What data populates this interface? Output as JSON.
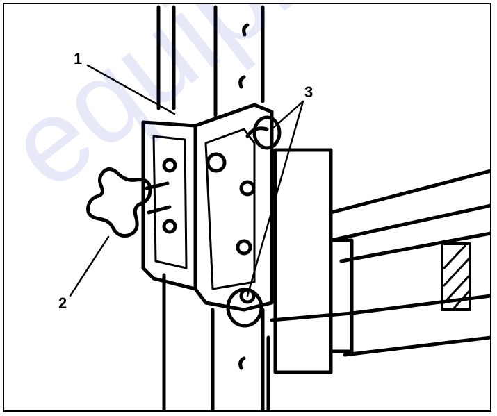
{
  "figure": {
    "callouts": [
      {
        "id": "1",
        "label": "1"
      },
      {
        "id": "2",
        "label": "2"
      },
      {
        "id": "3",
        "label": "3"
      }
    ],
    "watermark": "equipment.com",
    "colors": {
      "line": "#000000",
      "background": "#ffffff",
      "watermark": "#2233cc"
    }
  }
}
